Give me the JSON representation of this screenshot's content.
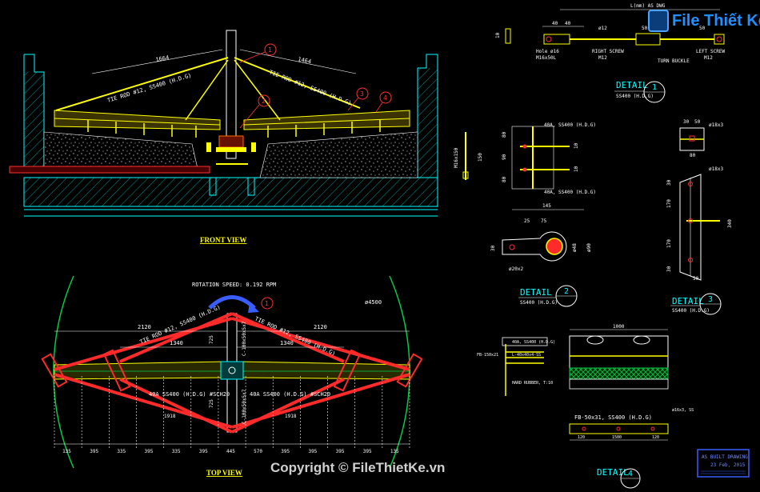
{
  "views": {
    "front_title": "FRONT VIEW",
    "top_title": "TOP VIEW",
    "rotation_speed": "ROTATION SPEED: 0.192 RPM"
  },
  "front": {
    "dim_left": "1664",
    "dim_right": "1464",
    "tie_rod_left": "TIE ROD #12, SS400 (H.D.G)",
    "tie_rod_right": "TIE ROD #12, SS400 (H.D.G)",
    "callouts": [
      "1",
      "2",
      "3",
      "4"
    ]
  },
  "top": {
    "callout": "1",
    "dia": "ø4500",
    "dim_2120_l": "2120",
    "dim_2120_r": "2120",
    "dim_1340_l": "1340",
    "dim_1340_r": "1340",
    "tie_l": "TIE ROD #12, SS400 (H.D.G)",
    "tie_r": "TIE ROD #12, SS400 (H.D.G)",
    "angle_l": "40A SS400 (H.D.G) #SCH20",
    "angle_r": "40A SS400 (H.D.G) #SCH20",
    "channel_top": "C-100x50x5x7",
    "channel_bot": "C-100x50x5x7",
    "v725_t": "725",
    "v725_b": "725",
    "d1918_l": "1918",
    "d1918_r": "1918",
    "bottom_dims": [
      "135",
      "395",
      "335",
      "395",
      "335",
      "395",
      "445",
      "570",
      "395",
      "395",
      "395",
      "395",
      "135"
    ]
  },
  "detail1": {
    "header": "L(mm) AS DWG",
    "hole": "Hole ø16",
    "bolt": "M16x50L",
    "right_screw": "RIGHT SCREW",
    "right_m": "M12",
    "turn_buckle": "TURN BUCKLE",
    "left_screw": "LEFT SCREW",
    "left_m": "M12",
    "rod": "ø12",
    "d40a": "40",
    "d40b": "40",
    "d50": "50",
    "d50r": "50",
    "d10": "10",
    "label": "DETAIL",
    "sub": "SS400 (H.D.G)",
    "num": "1"
  },
  "detail2": {
    "dim145": "145",
    "dim25": "25",
    "dim75": "75",
    "pipe_top": "40A, SS400 (H.D.G)",
    "pipe_bot": "40A, SS400 (H.D.G)",
    "dia48": "ø48",
    "dia90": "ø90",
    "hole": "ø20x2",
    "bolt": "M16x150",
    "d150": "150",
    "v80": "80",
    "v90": "90",
    "v80b": "80",
    "v10": "10",
    "v10b": "10",
    "h30": "30",
    "label": "DETAIL",
    "sub": "SS400 (H.D.G)",
    "num": "2"
  },
  "detail3": {
    "dims_top": [
      "30",
      "50",
      "80"
    ],
    "hole_a": "ø18x3",
    "hole_b": "ø18x3",
    "v170": "170",
    "v170b": "170",
    "v340": "340",
    "v30": "30",
    "v30b": "30",
    "v50": "50",
    "label": "DETAIL",
    "sub": "SS400 (H.D.G)",
    "num": "3"
  },
  "detail4": {
    "fb_top": "FB-150x21",
    "fb_a": "40A, SS400 (H.D.G)",
    "fb_b": "L-40x40x4-SS",
    "hard_rubber": "HARD RUBBER, T:10",
    "fb_bottom": "FB-50x31, SS400 (H.D.G)",
    "top_dim": "1000",
    "dia": "ø16x3, SS",
    "bottom_dims": [
      "120",
      "1500",
      "120"
    ],
    "label": "DETAIL",
    "num": "4"
  },
  "stamp": {
    "line1": "AS BUILT DRAWING",
    "line2": "23 Feb, 2015"
  },
  "watermark": {
    "logo": "File Thiết Kế.vn",
    "copyright": "Copyright © FileThietKe.vn"
  },
  "colors": {
    "background": "#000000",
    "structure": "#00ffff",
    "tie_rod": "#ff2a2a",
    "steel": "#ffff00",
    "dimension": "#ffffff",
    "ring": "#00cc44",
    "gravel": "#ffffff"
  }
}
